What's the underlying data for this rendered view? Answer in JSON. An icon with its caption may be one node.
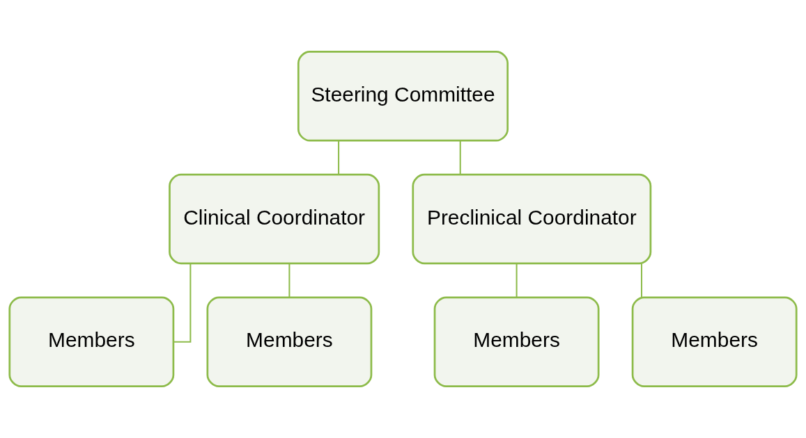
{
  "diagram": {
    "nodes": [
      {
        "text": [
          "Steering Committee"
        ]
      },
      {
        "text": [
          "Clinical Coordinator"
        ]
      },
      {
        "text": [
          "Preclinical Coordinator"
        ]
      },
      {
        "text": [
          "Members"
        ]
      },
      {
        "text": [
          "Members"
        ]
      },
      {
        "text": [
          "Members"
        ]
      },
      {
        "text": [
          "Members"
        ]
      }
    ],
    "edges": [
      {
        "from": 0,
        "to": 1,
        "arrow": "none"
      },
      {
        "from": 0,
        "to": 2,
        "arrow": "none"
      },
      {
        "from": 1,
        "to": 3,
        "arrow": "none"
      },
      {
        "from": 1,
        "to": 4,
        "arrow": "none"
      },
      {
        "from": 2,
        "to": 5,
        "arrow": "none"
      },
      {
        "from": 2,
        "to": 6,
        "arrow": "none"
      }
    ]
  }
}
